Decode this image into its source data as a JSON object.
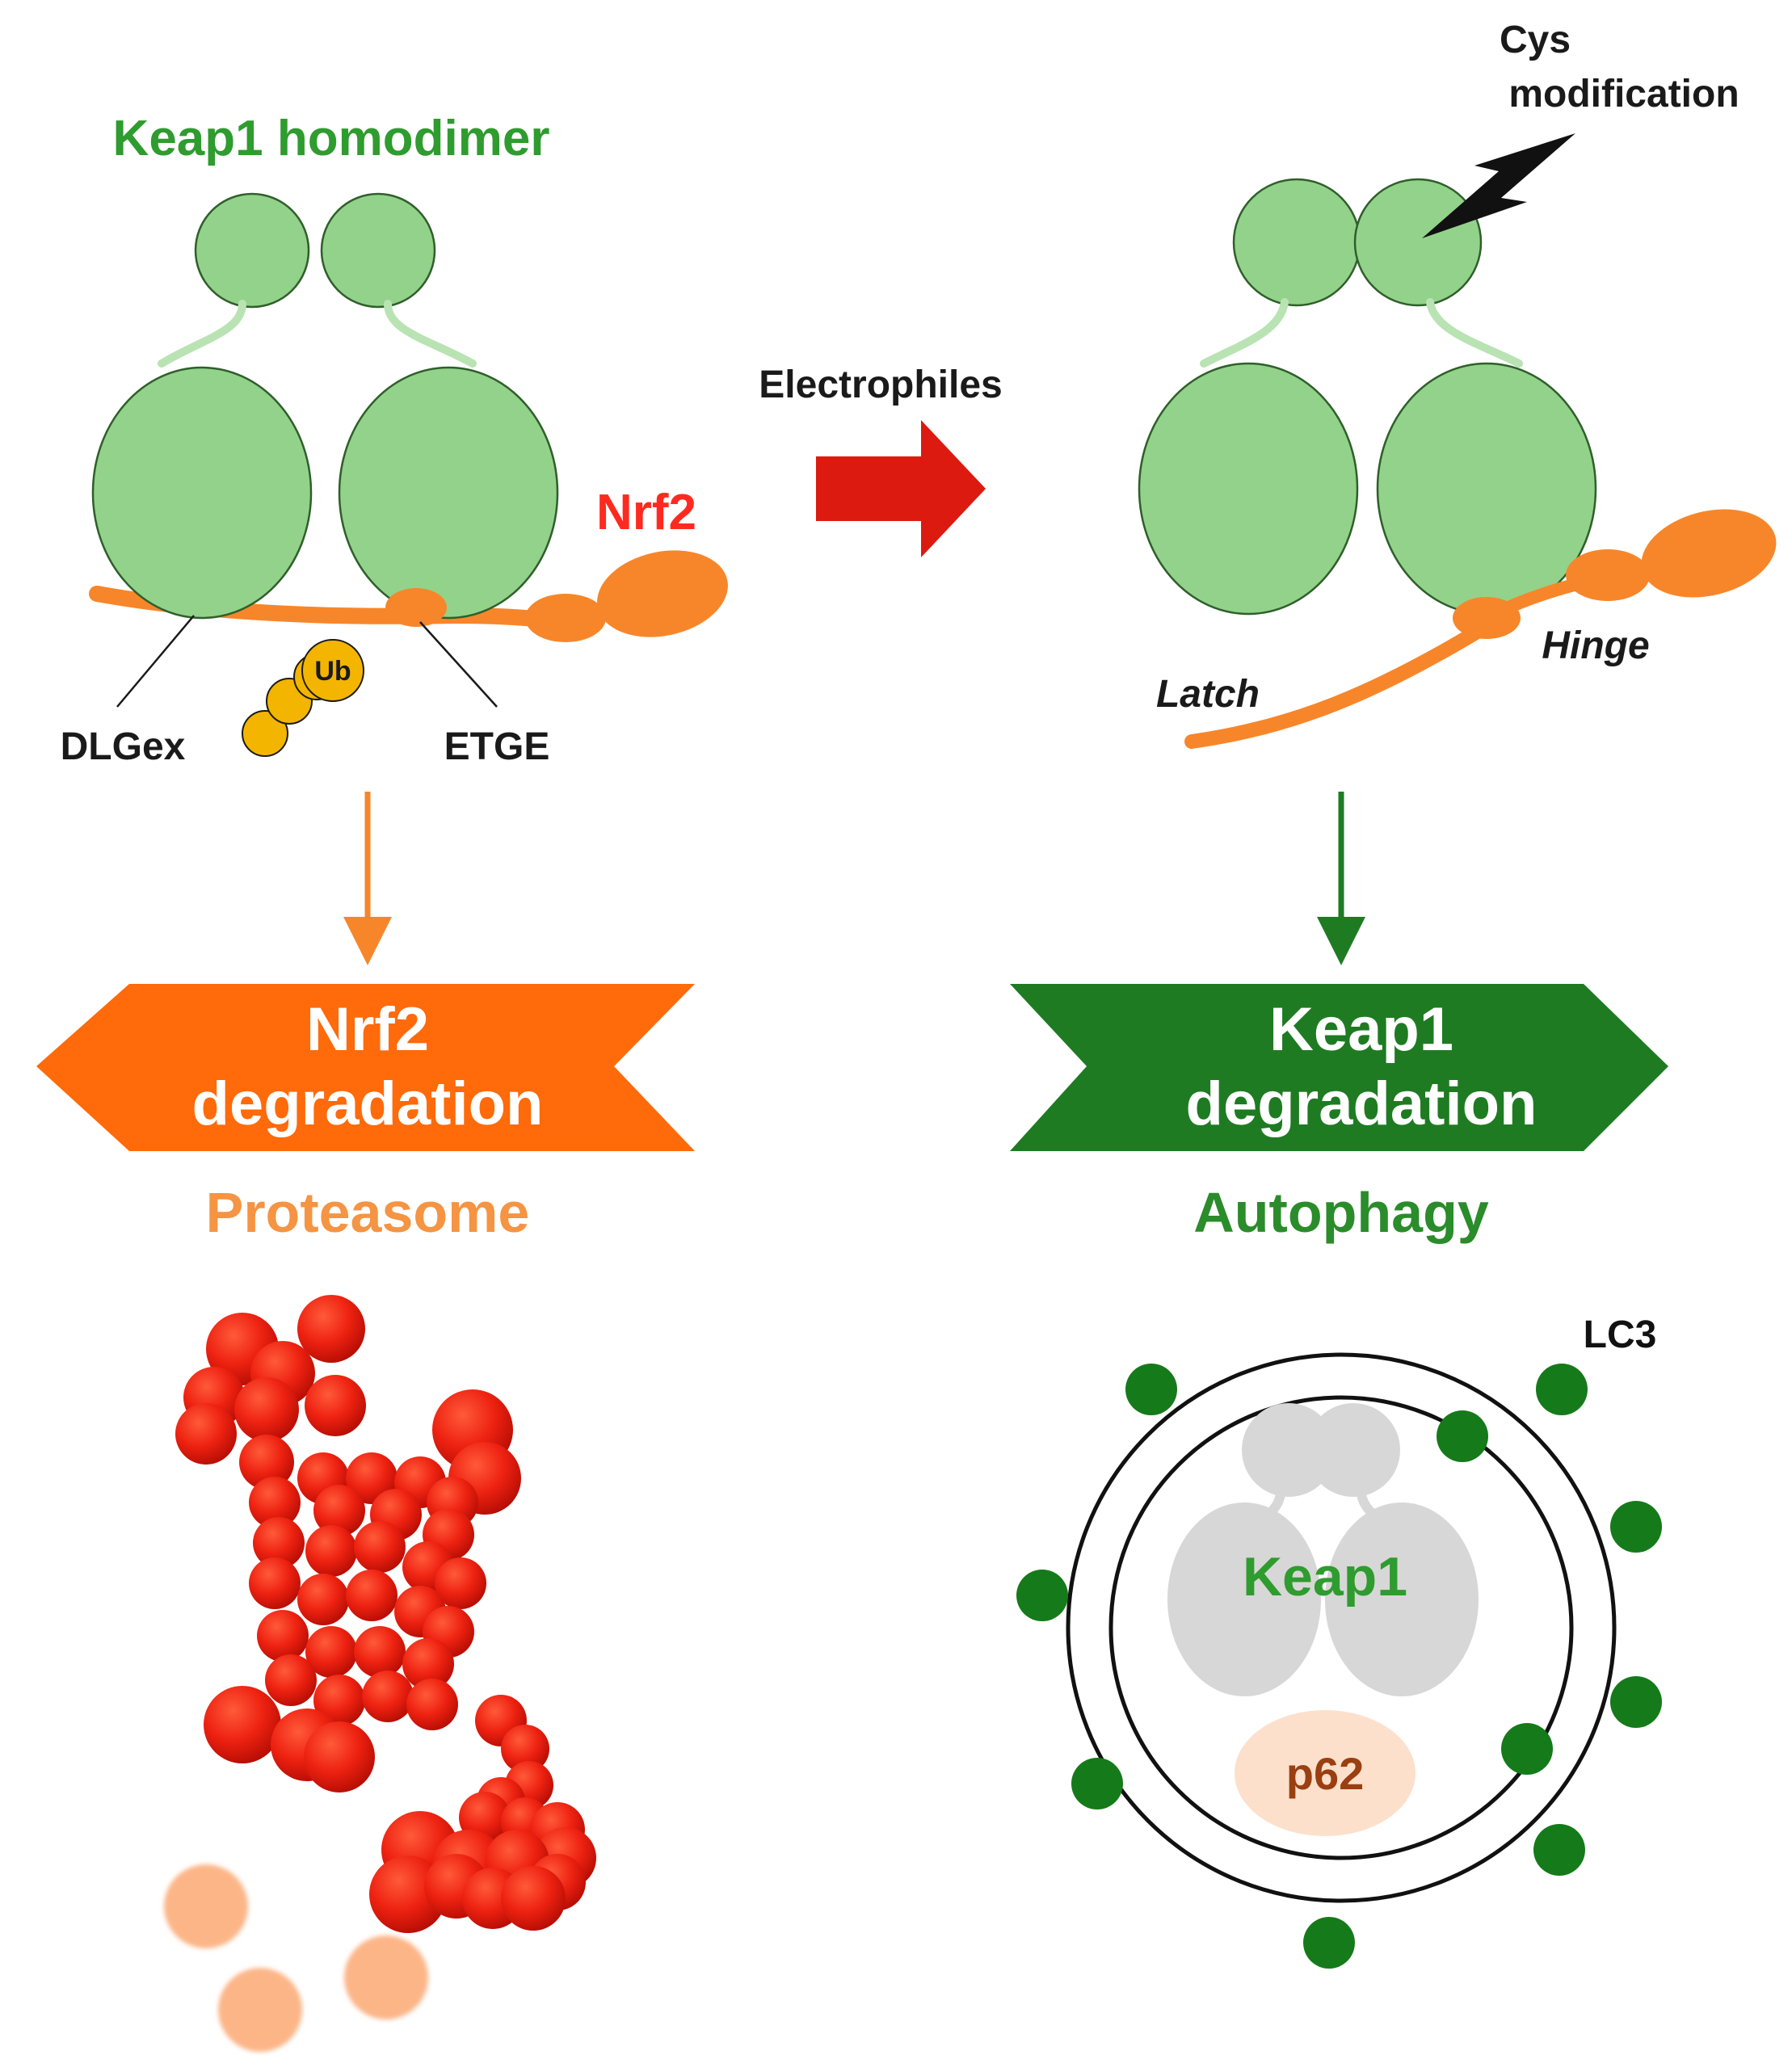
{
  "left_panel": {
    "title": "Keap1 homodimer",
    "nrf2_label": "Nrf2",
    "ub_label": "Ub",
    "dlgex_label": "DLGex",
    "etge_label": "ETGE",
    "banner_line1": "Nrf2",
    "banner_line2": "degradation",
    "pathway": "Proteasome"
  },
  "middle": {
    "stimulus": "Electrophiles"
  },
  "right_panel": {
    "cys_line1": "Cys",
    "cys_line2": "modification",
    "latch_label": "Latch",
    "hinge_label": "Hinge",
    "banner_line1": "Keap1",
    "banner_line2": "degradation",
    "pathway": "Autophagy",
    "lc3_label": "LC3",
    "keap1_label": "Keap1",
    "p62_label": "p62"
  },
  "colors": {
    "keap1_green": "#93d28b",
    "keap1_outline": "#2f5f2a",
    "nrf2_orange": "#f7862a",
    "ub_yellow": "#f3b500",
    "title_green": "#2e9c2e",
    "nrf2_red": "#ff2a1f",
    "stimulus_arrow": "#dc1a10",
    "banner_orange": "#ff6a0a",
    "banner_green": "#1e7b22",
    "proteasome_text": "#f59442",
    "autophagy_text": "#2a8c2a",
    "lc3_dot": "#157a1a",
    "p62_fill": "#fde0cb",
    "p62_text": "#9a3f12",
    "fragment_red": "#ee2211",
    "fragment_peach": "#fcb587"
  }
}
